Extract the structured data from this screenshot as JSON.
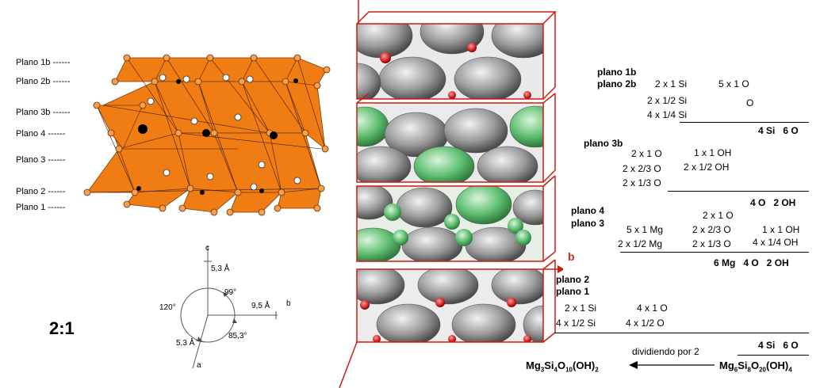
{
  "planes_left": [
    {
      "label": "Plano 1b",
      "dash": "------"
    },
    {
      "label": "Plano 2b",
      "dash": "------"
    },
    {
      "label": "Plano 3b",
      "dash": "------"
    },
    {
      "label": "Plano 4",
      "dash": "------"
    },
    {
      "label": "Plano 3",
      "dash": "------"
    },
    {
      "label": "Plano 2",
      "dash": "------"
    },
    {
      "label": "Plano 1",
      "dash": "------"
    }
  ],
  "ratio": "2:1",
  "axes": {
    "c": "c",
    "b": "b",
    "a": "a",
    "c_len": "5,3 Å",
    "b_len": "9,5 Å",
    "a_len": "5,3 Å",
    "angle_99": "99°",
    "angle_120": "120°",
    "angle_85": "85,3°"
  },
  "middle": {
    "b_label": "b"
  },
  "colors": {
    "orange": "#f07d14",
    "red": "#d8261c",
    "green": "#4caf63",
    "gray": "#9a9a9a"
  },
  "composition": {
    "g1": {
      "planes": "plano 1b\nplano 2b",
      "si": [
        "2 x 1 Si",
        "2 x 1/2 Si",
        "4 x 1/4 Si"
      ],
      "o": [
        "5 x 1 O",
        "O"
      ],
      "total": "4 Si   6 O"
    },
    "g2": {
      "planes": "plano 3b",
      "o": [
        "2 x 1 O",
        "2 x 2/3 O",
        "2 x 1/3 O"
      ],
      "oh": [
        "1 x 1 OH",
        "2 x 1/2 OH"
      ],
      "total": "4 O   2 OH"
    },
    "g3": {
      "planes": "plano 4\nplano 3",
      "mg": [
        "5 x 1 Mg",
        "2 x 1/2 Mg"
      ],
      "o": [
        "2 x 1 O",
        "2 x 2/3 O",
        "2 x 1/3 O"
      ],
      "oh": [
        "1 x 1 OH",
        "4 x 1/4 OH"
      ],
      "total": "6 Mg   4 O   2 OH"
    },
    "g4": {
      "planes": "plano 2\nplano 1",
      "si": [
        "2 x 1 Si",
        "4 x 1/2 Si"
      ],
      "o": [
        "4 x 1 O",
        "4 x 1/2 O"
      ],
      "total": "4 Si   6 O"
    },
    "divide_label": "dividiendo por 2",
    "formula_left": {
      "p1": "Mg",
      "s1": "3",
      "p2": "Si",
      "s2": "4",
      "p3": "O",
      "s3": "10",
      "p4": "(OH)",
      "s4": "2"
    },
    "formula_right": {
      "p1": "Mg",
      "s1": "6",
      "p2": "Si",
      "s2": "8",
      "p3": "O",
      "s3": "20",
      "p4": "(OH)",
      "s4": "4"
    }
  }
}
